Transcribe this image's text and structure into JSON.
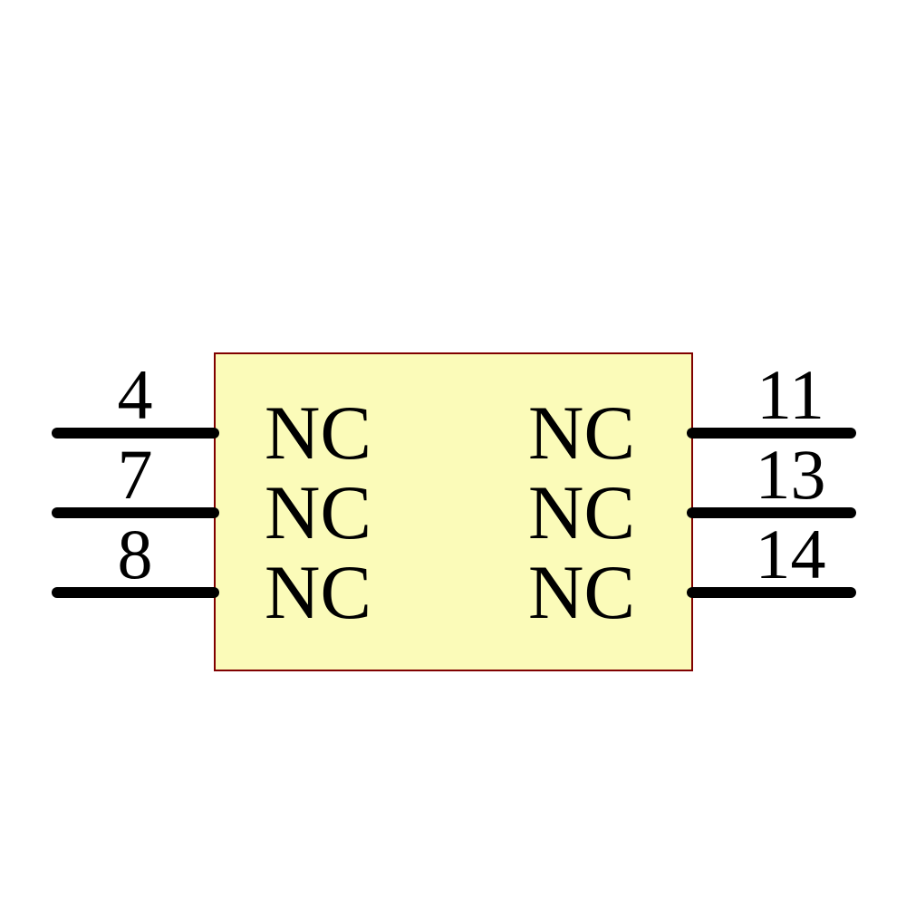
{
  "colors": {
    "canvas-bg": "#ffffff",
    "body-fill": "#fbfbb9",
    "body-border": "#800000",
    "pin-line": "#000000",
    "text": "#000000"
  },
  "symbol": {
    "left_pins": [
      {
        "number": "4",
        "label": "NC"
      },
      {
        "number": "7",
        "label": "NC"
      },
      {
        "number": "8",
        "label": "NC"
      }
    ],
    "right_pins": [
      {
        "number": "11",
        "label": "NC"
      },
      {
        "number": "13",
        "label": "NC"
      },
      {
        "number": "14",
        "label": "NC"
      }
    ]
  }
}
